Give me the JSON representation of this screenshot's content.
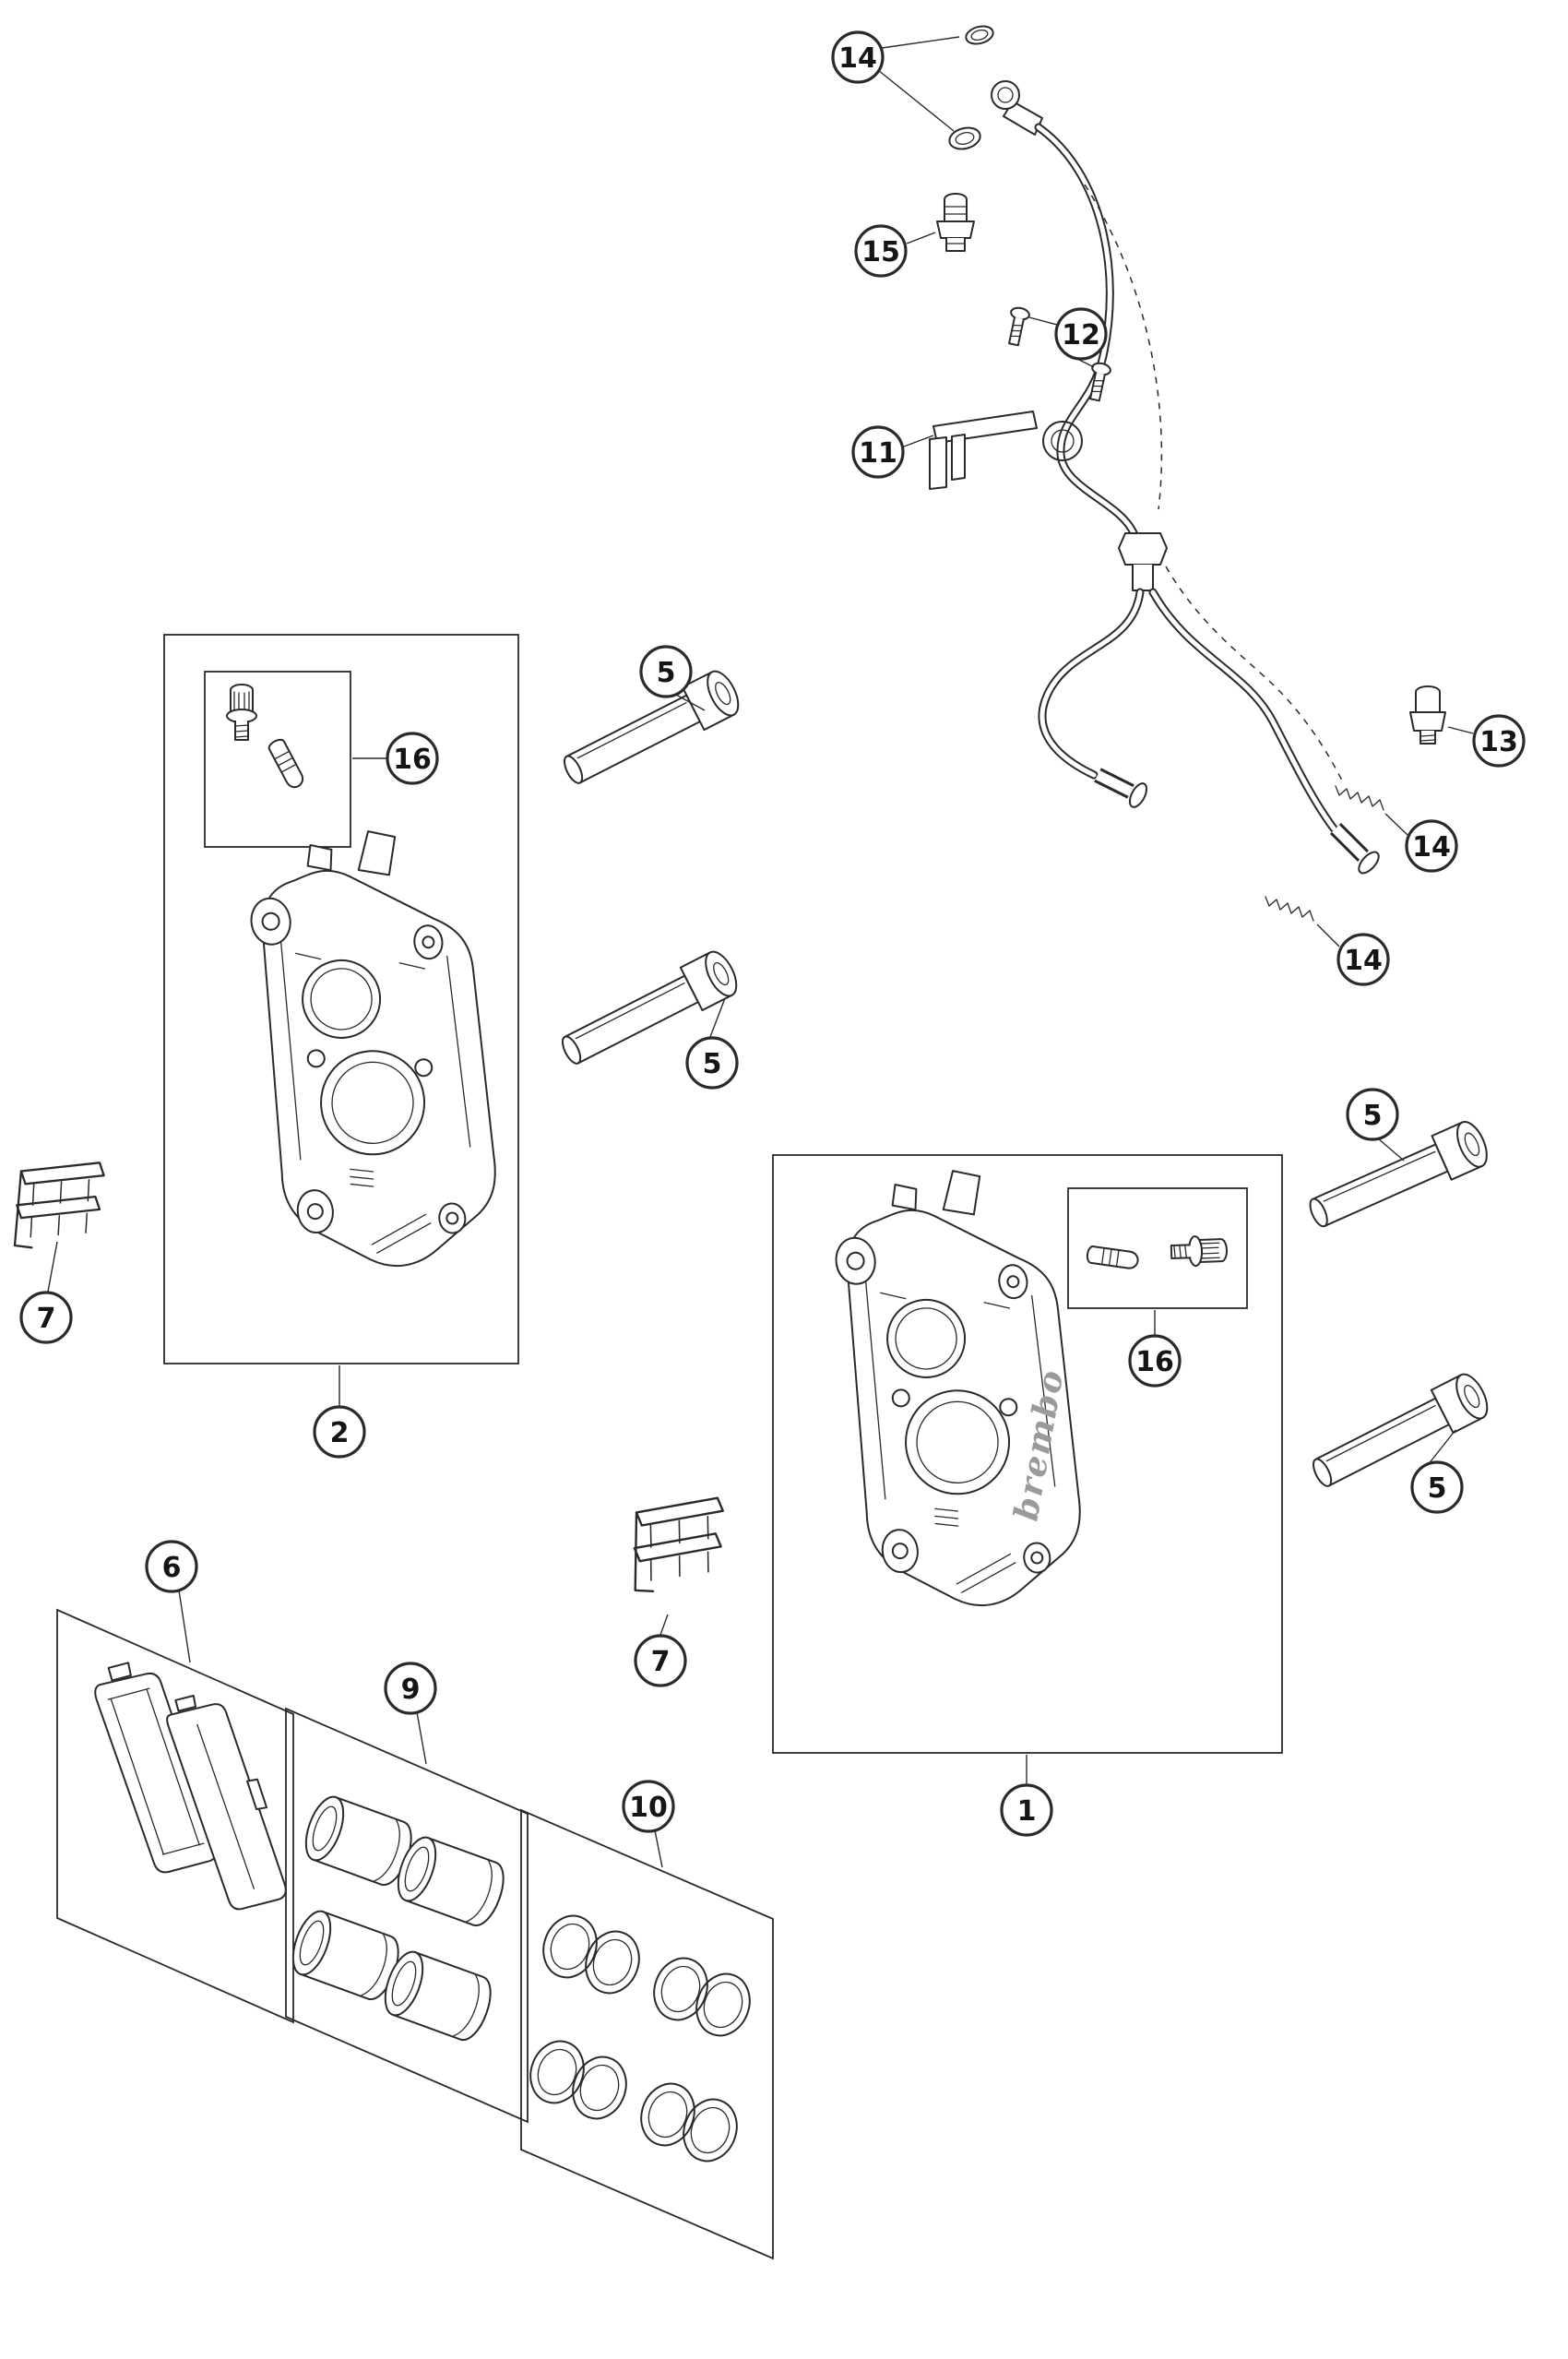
{
  "diagram": {
    "type": "exploded-parts-diagram",
    "colors": {
      "line": "#2a2a2a",
      "background": "#ffffff"
    }
  },
  "caliper_brand": "brembo",
  "callouts": [
    {
      "label": "14"
    },
    {
      "label": "15"
    },
    {
      "label": "12"
    },
    {
      "label": "11"
    },
    {
      "label": "13"
    },
    {
      "label": "14"
    },
    {
      "label": "14"
    },
    {
      "label": "5"
    },
    {
      "label": "16"
    },
    {
      "label": "5"
    },
    {
      "label": "7"
    },
    {
      "label": "2"
    },
    {
      "label": "5"
    },
    {
      "label": "16"
    },
    {
      "label": "5"
    },
    {
      "label": "7"
    },
    {
      "label": "1"
    },
    {
      "label": "6"
    },
    {
      "label": "9"
    },
    {
      "label": "10"
    }
  ]
}
